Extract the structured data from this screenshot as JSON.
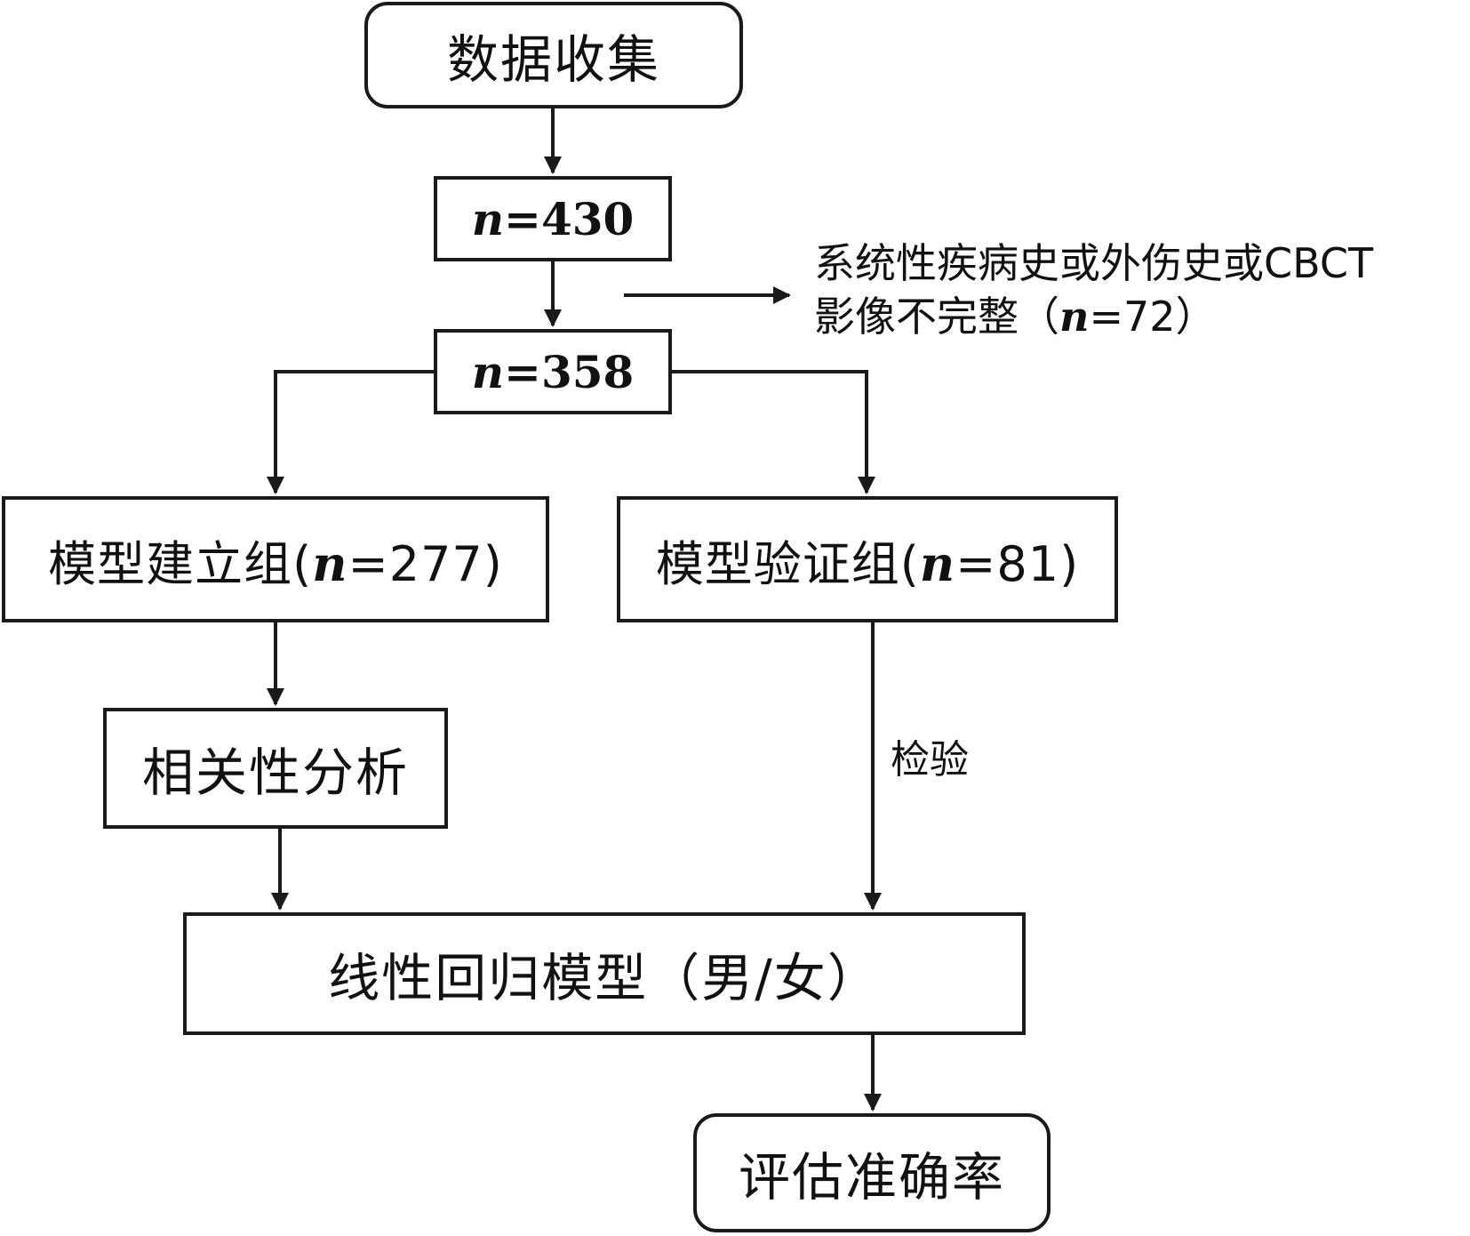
{
  "nodes": {
    "collect": "数据收集",
    "n430": "n=430",
    "n358": "n=358",
    "exclusion_line1": "系统性疾病史或外伤史或CBCT",
    "exclusion_line2": "影像不完整（n=72）",
    "build_group": "模型建立组(n=277)",
    "validate_group": "模型验证组(n=81)",
    "correlation": "相关性分析",
    "regression": "线性回归模型（男/女）",
    "evaluate": "评估准确率"
  },
  "edge_labels": {
    "verify": "检验"
  }
}
